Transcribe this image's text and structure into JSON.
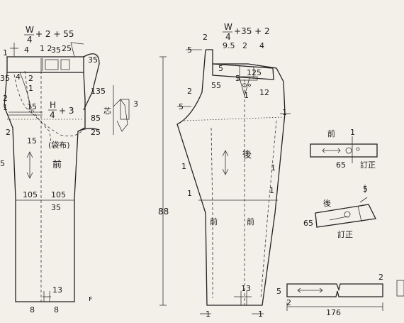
{
  "front": {
    "formula_num": "W",
    "formula_den": "4",
    "formula_rest": "+ 2 + 55",
    "hip_num": "H",
    "hip_den": "4",
    "hip_rest": "+ 3",
    "label": "前",
    "pocket_bag": "(袋布)",
    "interlining": "芯",
    "m_1_top": "1",
    "m_4a": "4",
    "m_1_2a": "1 2",
    "m_35a": "35",
    "m_25a": "25",
    "m_35_side": "35",
    "m_35_left": "35",
    "m_4_left": "4",
    "m_2_1": "2",
    "m_1": "1",
    "m_135": "135",
    "m_2": "2",
    "m_15a": "15",
    "m_1_left": "1",
    "m_3": "3",
    "m_85": "85",
    "m_25b": "25",
    "m_2_left": "2",
    "m_15b": "15",
    "m_5": "5",
    "m_105_l": "105",
    "m_105_r": "105",
    "m_35_knee": "35",
    "m_13": "13",
    "m_8_l": "8",
    "m_8_r": "8",
    "grain_mark": "ꜰ"
  },
  "back": {
    "formula_num": "W",
    "formula_den": "4",
    "formula_rest": "+35 + 2",
    "label": "後",
    "front_left": "前",
    "front_right": "前",
    "m_2_top": "2",
    "m_95": "9.5",
    "m_2": "2",
    "m_4": "4",
    "m_5_top": "5",
    "m_5_side": "5",
    "m_55": "55",
    "m_125": "125",
    "m_5_dart": "5",
    "m_1_dart": "1",
    "m_12": "12",
    "m_2_left": "2",
    "m_5_left": "5",
    "m_1_left": "1",
    "m_1_right": "1",
    "m_1_side": "1",
    "m_1_knee_l": "1",
    "m_1_knee_r": "1",
    "m_88": "88",
    "m_13": "13",
    "m_1_bot_l": "1",
    "m_1_bot_r": "1"
  },
  "waistband": {
    "front_label": "前",
    "back_label": "後",
    "m_1_a": "1",
    "m_65_a": "65",
    "correction_a": "訂正",
    "m_5": "5",
    "m_65_b": "65",
    "correction_b": "訂正",
    "m_2": "2",
    "m_5_left": "5",
    "m_2_bot": "2",
    "length": "176"
  }
}
